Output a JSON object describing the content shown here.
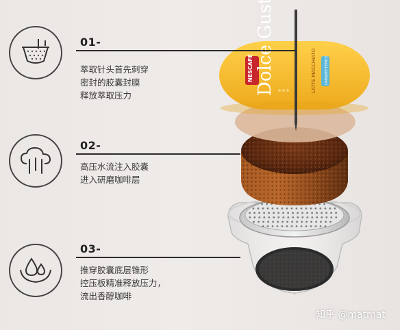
{
  "steps": [
    {
      "number": "01-",
      "lines": [
        "萃取针头首先刺穿",
        "密封的胶囊封膜",
        "释放萃取压力"
      ],
      "icon": "filter-basket-icon"
    },
    {
      "number": "02-",
      "lines": [
        "高压水流注入胶囊",
        "进入研磨咖啡层"
      ],
      "icon": "cloud-rain-icon"
    },
    {
      "number": "03-",
      "lines": [
        "推穿胶囊底层锥形",
        "控压板精准释放压力，",
        "流出香醇咖啡"
      ],
      "icon": "water-drops-icon"
    }
  ],
  "capsule_lid": {
    "brand": "NESCAFÉ",
    "product": "Dolce Gusto",
    "variant": "LATTE MACCHIATO",
    "tag": "UNSWEETENED",
    "color": "#f4b52a"
  },
  "watermark": "知乎 @matmat",
  "colors": {
    "accent": "#f4b52a",
    "line": "#2a2a2a",
    "coffee": "#6b3216",
    "membrane": "#d9b79b"
  }
}
